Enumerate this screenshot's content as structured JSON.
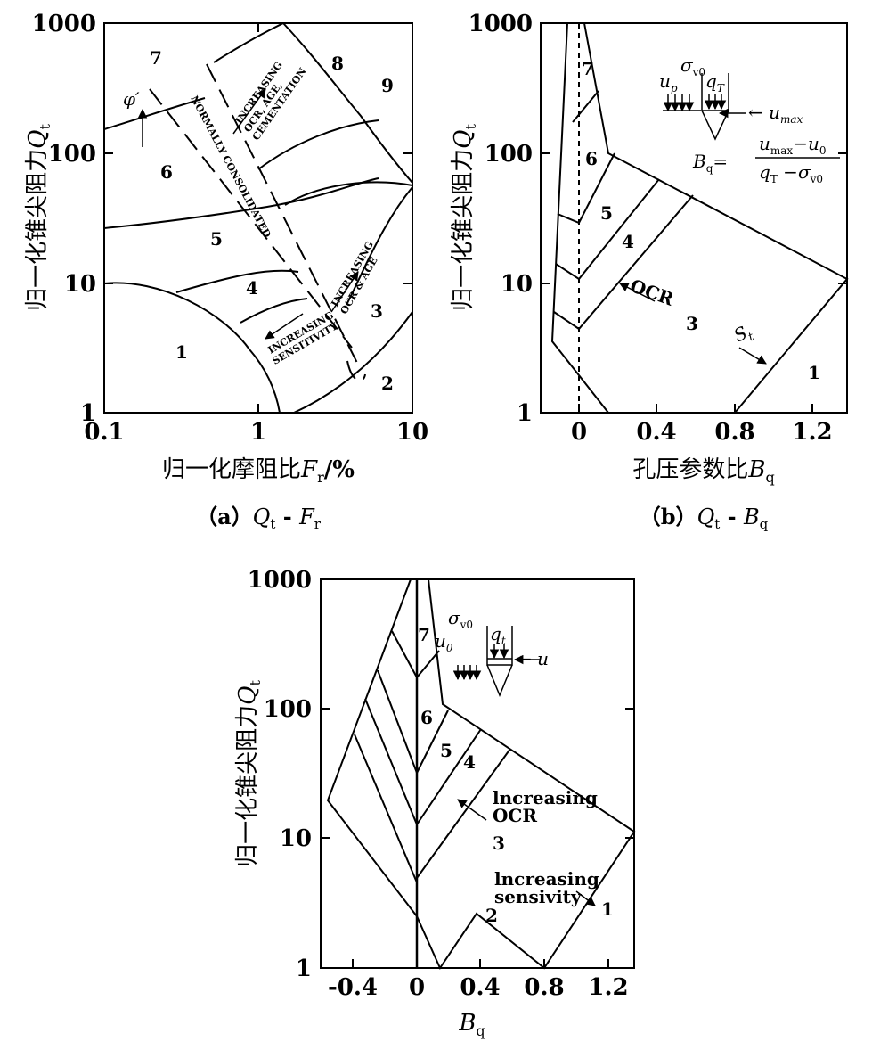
{
  "panels": [
    {
      "id": "a",
      "caption_label": "（a）",
      "caption_q": "Q",
      "caption_q_sub": "t",
      "caption_dash": " - ",
      "caption_f": "F",
      "caption_f_sub": "r",
      "xlabel_zh": "归一化摩阻比",
      "xlabel_var": "F",
      "xlabel_sub": "r",
      "xlabel_unit": "/%",
      "ylabel_zh": "归一化锥尖阻力",
      "ylabel_var": "Q",
      "ylabel_sub": "t",
      "x_ticks": [
        "0.1",
        "1",
        "10"
      ],
      "y_ticks": [
        "1",
        "10",
        "100",
        "1000"
      ],
      "zones": [
        "1",
        "2",
        "3",
        "4",
        "5",
        "6",
        "7",
        "8",
        "9"
      ],
      "annotations": {
        "phi": "φ′",
        "nc": "NORMALLY CONSOLIDATED",
        "inc_ocr1": "INCREASING",
        "inc_ocr2": "OCR, AGE,",
        "inc_ocr3": "CEMENTATION",
        "inc_age1": "INCREASING",
        "inc_age2": "OCR & AGE",
        "inc_sens1": "INCREASING",
        "inc_sens2": "SENSITIVITY"
      }
    },
    {
      "id": "b",
      "caption_label": "（b）",
      "caption_q": "Q",
      "caption_q_sub": "t",
      "caption_dash": " - ",
      "caption_b": "B",
      "caption_b_sub": "q",
      "xlabel_zh": "孔压参数比",
      "xlabel_var": "B",
      "xlabel_sub": "q",
      "ylabel_zh": "归一化锥尖阻力",
      "ylabel_var": "Q",
      "ylabel_sub": "t",
      "x_ticks": [
        "0",
        "0.4",
        "0.8",
        "1.2"
      ],
      "y_ticks": [
        "1",
        "10",
        "100",
        "1000"
      ],
      "zones": [
        "1",
        "3",
        "4",
        "5",
        "6",
        "7"
      ],
      "annotations": {
        "ocr": "OCR",
        "st": "S",
        "st_sub": "t",
        "sigma": "σ",
        "sigma_sub": "v0",
        "up": "u",
        "up_sub": "p",
        "qT": "q",
        "qT_sub": "T",
        "umax": "← u",
        "umax_sub": "max",
        "formula_lhs": "B",
        "formula_lhs_sub": "q",
        "formula_eq": "=",
        "formula_num": "u",
        "formula_num_sub": "max",
        "formula_num_rest": "−u",
        "formula_num_rest_sub": "0",
        "formula_den": "q",
        "formula_den_sub": "T",
        "formula_den_rest": " −σ",
        "formula_den_rest_sub": "v0"
      }
    },
    {
      "id": "c",
      "xlabel_var": "B",
      "xlabel_sub": "q",
      "ylabel_zh": "归一化锥尖阻力",
      "ylabel_var": "Q",
      "ylabel_sub": "t",
      "x_ticks": [
        "-0.4",
        "0",
        "0.4",
        "0.8",
        "1.2"
      ],
      "y_ticks": [
        "1",
        "10",
        "100",
        "1000"
      ],
      "zones": [
        "1",
        "2",
        "3",
        "4",
        "5",
        "6",
        "7"
      ],
      "annotations": {
        "inc_ocr1": "lncreasing",
        "inc_ocr2": "OCR",
        "inc_sens1": "lncreasing",
        "inc_sens2": "sensivity",
        "sigma": "σ",
        "sigma_sub": "v0",
        "u0": "u",
        "u0_sub": "0",
        "qt": "q",
        "qt_sub": "t",
        "u": "← u"
      }
    }
  ]
}
